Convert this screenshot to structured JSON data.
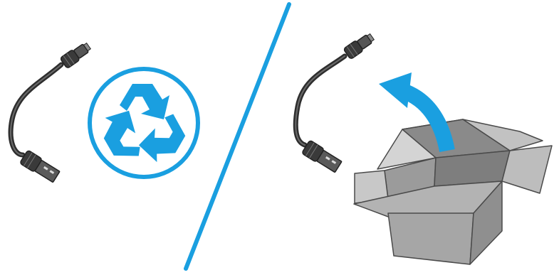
{
  "illustration": {
    "left_panel": {
      "items": [
        "usb-cable",
        "recycle-symbol"
      ]
    },
    "right_panel": {
      "items": [
        "usb-cable",
        "return-arrow",
        "open-cardboard-box"
      ]
    },
    "divider": "diagonal-line"
  },
  "colors": {
    "accent_blue": "#1a9fe0",
    "cable_dark": "#3a3a3a",
    "cable_mid": "#6b6b6b",
    "box_light": "#c9c9c9",
    "box_mid": "#a9a9a9",
    "box_dark": "#7d7d7d",
    "outline": "#4a4a4a"
  }
}
